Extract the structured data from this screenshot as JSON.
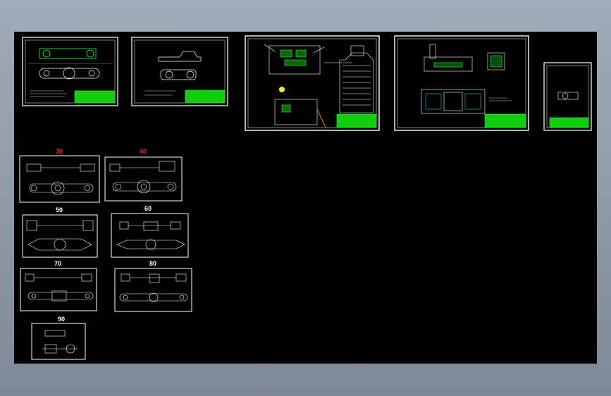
{
  "canvas": {
    "background": "#000000"
  },
  "colors": {
    "sheet_frame": "#ffffff",
    "title_block": "#22ff22",
    "label_primary": "#ff2020",
    "label_secondary": "#ffffff",
    "linework": "#ffffff",
    "highlight": "#00ffff"
  },
  "operation_labels": [
    {
      "id": "op30",
      "text": "30",
      "color": "#ff2020"
    },
    {
      "id": "op40",
      "text": "40",
      "color": "#ff2020"
    },
    {
      "id": "op50",
      "text": "50",
      "color": "#ffffff"
    },
    {
      "id": "op60",
      "text": "60",
      "color": "#ffffff"
    },
    {
      "id": "op70",
      "text": "70",
      "color": "#ffffff"
    },
    {
      "id": "op80",
      "text": "80",
      "color": "#ffffff"
    },
    {
      "id": "op90",
      "text": "90",
      "color": "#ffffff"
    }
  ]
}
